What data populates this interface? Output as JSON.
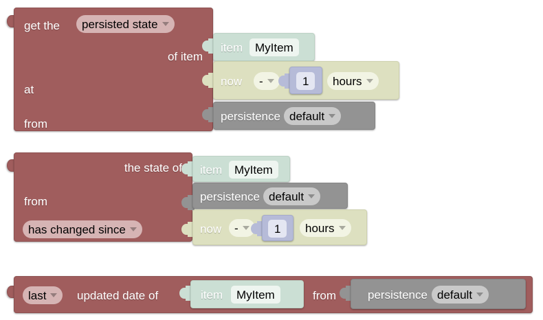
{
  "app": {
    "title": "Blockly persistence blocks",
    "background": "#ffffff"
  },
  "colors": {
    "persistence_red": "#a05d5d",
    "item_teal": "#cbdfd4",
    "datetime_olive": "#dde0c0",
    "persistence_grey": "#939393",
    "math_purple": "#b6bbd8",
    "field_on_red": "#d6b4b4",
    "field_on_teal": "#eef5f0",
    "field_on_olive": "#f2f4e4",
    "field_on_grey": "#c9c9c9",
    "field_on_purple": "#e4e6f2"
  },
  "blocks": [
    {
      "id": "get-persisted-state",
      "type": "persistence-get",
      "color": "persistence_red",
      "rows": [
        {
          "label": "get the",
          "dropdown": {
            "value": "persisted state",
            "icon": "chevron-down-icon"
          }
        },
        {
          "label": "of item",
          "child": {
            "id": "item-block-1",
            "type": "item",
            "color": "item_teal",
            "label": "item",
            "field": {
              "value": "MyItem",
              "kind": "text"
            }
          }
        },
        {
          "label": "at",
          "child": {
            "id": "datetime-block-1",
            "type": "datetime-offset",
            "color": "datetime_olive",
            "label": "now",
            "operator": {
              "value": "-",
              "icon": "chevron-down-icon"
            },
            "amount": {
              "id": "math-number-1",
              "type": "math-number",
              "color": "math_purple",
              "value": "1"
            },
            "unit": {
              "value": "hours",
              "icon": "chevron-down-icon"
            }
          }
        },
        {
          "label": "from",
          "child": {
            "id": "persistence-block-1",
            "type": "persistence-service",
            "color": "persistence_grey",
            "label": "persistence",
            "dropdown": {
              "value": "default",
              "icon": "chevron-down-icon"
            }
          }
        }
      ]
    },
    {
      "id": "state-has-changed-since",
      "type": "persistence-changed",
      "color": "persistence_red",
      "rows": [
        {
          "label": "the state of",
          "child": {
            "id": "item-block-2",
            "type": "item",
            "color": "item_teal",
            "label": "item",
            "field": {
              "value": "MyItem",
              "kind": "text"
            }
          }
        },
        {
          "label": "from",
          "child": {
            "id": "persistence-block-2",
            "type": "persistence-service",
            "color": "persistence_grey",
            "label": "persistence",
            "dropdown": {
              "value": "default",
              "icon": "chevron-down-icon"
            }
          }
        },
        {
          "dropdown": {
            "value": "has changed since",
            "icon": "chevron-down-icon"
          },
          "child": {
            "id": "datetime-block-2",
            "type": "datetime-offset",
            "color": "datetime_olive",
            "label": "now",
            "operator": {
              "value": "-",
              "icon": "chevron-down-icon"
            },
            "amount": {
              "id": "math-number-2",
              "type": "math-number",
              "color": "math_purple",
              "value": "1"
            },
            "unit": {
              "value": "hours",
              "icon": "chevron-down-icon"
            }
          }
        }
      ]
    },
    {
      "id": "last-updated-date-of",
      "type": "persistence-updated",
      "color": "persistence_red",
      "rows": [
        {
          "dropdown": {
            "value": "last",
            "icon": "chevron-down-icon"
          },
          "label": "updated date of",
          "label2": "from",
          "child": {
            "id": "item-block-3",
            "type": "item",
            "color": "item_teal",
            "label": "item",
            "field": {
              "value": "MyItem",
              "kind": "text"
            }
          },
          "child2": {
            "id": "persistence-block-3",
            "type": "persistence-service",
            "color": "persistence_grey",
            "label": "persistence",
            "dropdown": {
              "value": "default",
              "icon": "chevron-down-icon"
            }
          }
        }
      ]
    }
  ]
}
